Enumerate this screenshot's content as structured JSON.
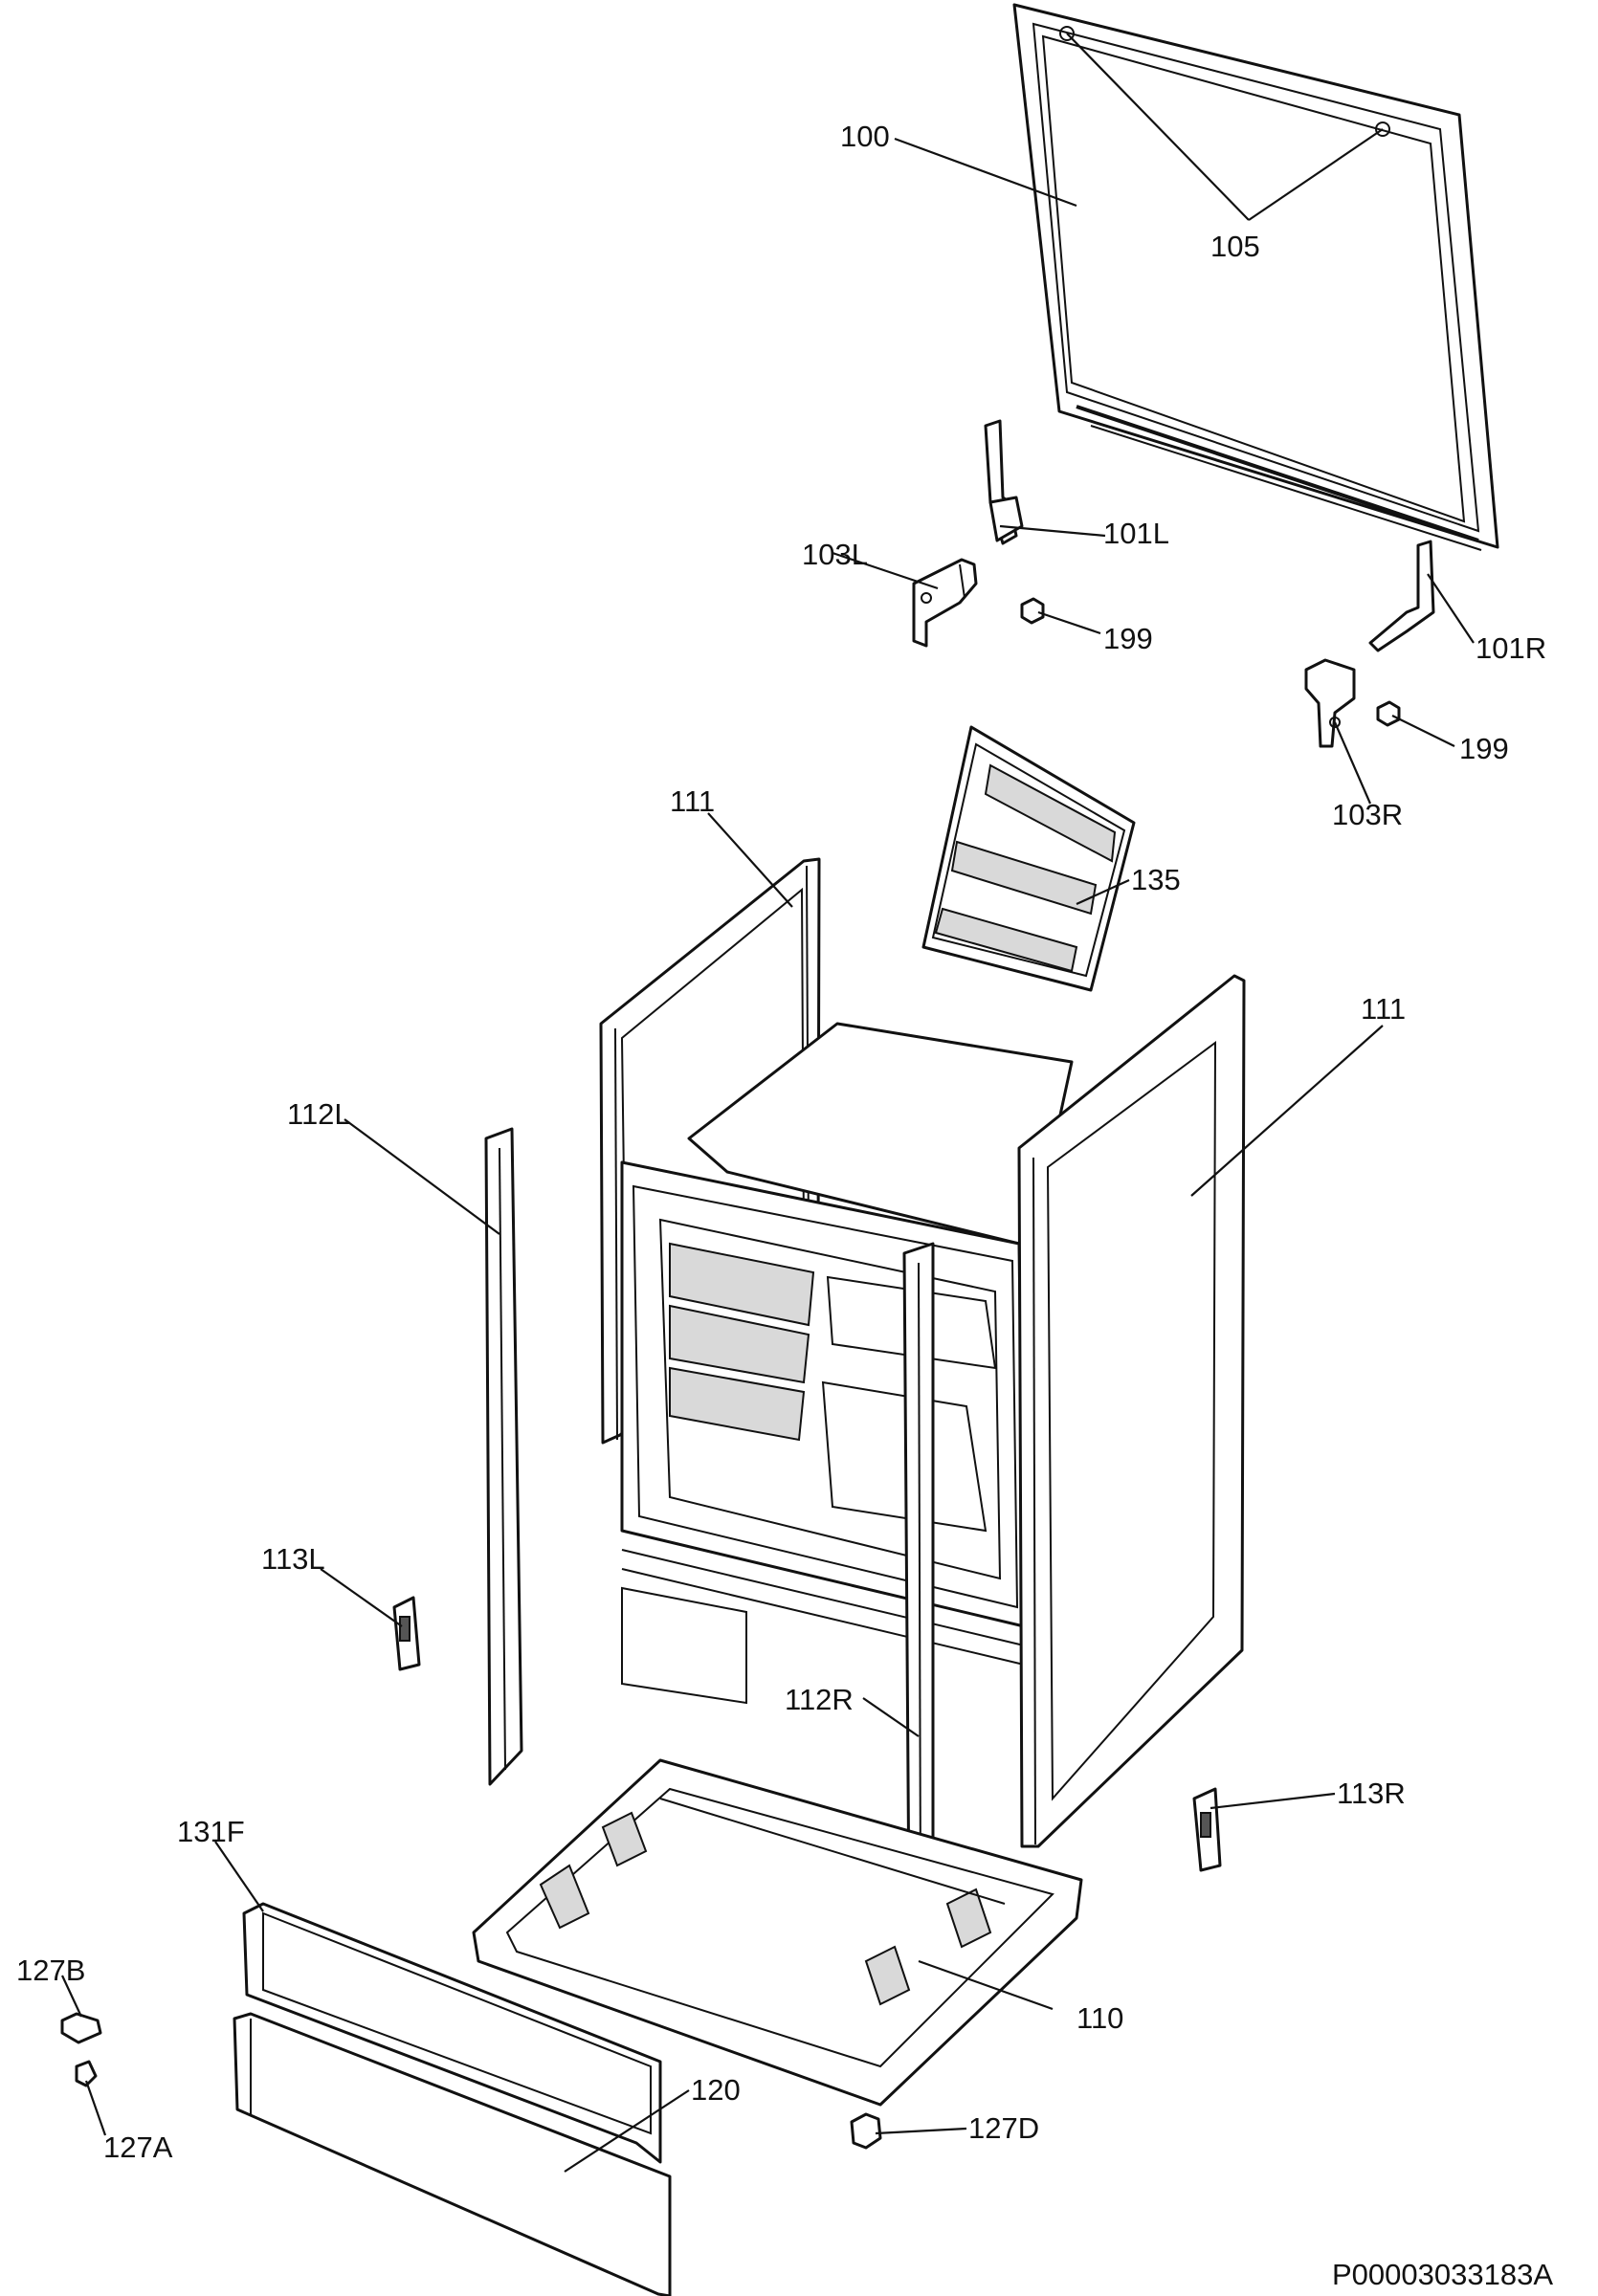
{
  "labels": {
    "p100": "100",
    "p105": "105",
    "p101L": "101L",
    "p103L": "103L",
    "p199a": "199",
    "p101R": "101R",
    "p199b": "199",
    "p103R": "103R",
    "p111a": "111",
    "p135": "135",
    "p111b": "111",
    "p112L": "112L",
    "p113L": "113L",
    "p112R": "112R",
    "p113R": "113R",
    "p131F": "131F",
    "p127B": "127B",
    "p110": "110",
    "p120": "120",
    "p127A": "127A",
    "p127D": "127D"
  },
  "drawing_code": "P00003033183A"
}
